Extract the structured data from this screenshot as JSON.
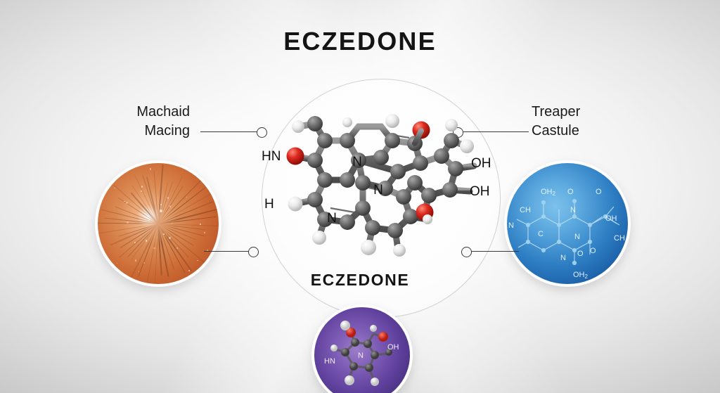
{
  "page": {
    "title": "ECZEDONE",
    "center_caption": "ECZEDONE",
    "background_colors": {
      "edge": "#c9c9c9",
      "center": "#ffffff"
    }
  },
  "labels": {
    "left": {
      "line1": "Machaid",
      "line2": "Macing"
    },
    "right": {
      "line1": "Treaper",
      "line2": "Castule"
    }
  },
  "center_molecule": {
    "name": "ECZEDONE",
    "style": "ball-and-stick 3D model",
    "atom_labels": [
      "HN",
      "H",
      "N",
      "N",
      "OH",
      "OH"
    ],
    "atom_colors": {
      "carbon": "#6f6f6f",
      "hydrogen": "#e9e9e9",
      "oxygen": "#cc1f1f",
      "nitrogen_text": "#101010"
    }
  },
  "circles": {
    "left": {
      "name": "radial-burst-photo",
      "color": "#cd6c36",
      "description": "orange radial burst"
    },
    "right": {
      "name": "blue-structure-photo",
      "color": "#2f7fc4",
      "description": "blue chemical structure diagram",
      "atom_labels": [
        "OH2",
        "O",
        "O",
        "N",
        "OH",
        "CH",
        "CH",
        "N",
        "N",
        "C",
        "O",
        "O",
        "OH2"
      ]
    },
    "bottom": {
      "name": "purple-molecule-photo",
      "color": "#5e3f9b",
      "description": "purple ball-and-stick molecule",
      "atom_labels": [
        "HN",
        "N",
        "OH"
      ]
    }
  },
  "connectors": {
    "count": 4,
    "endpoint_shape": "hollow-circle"
  }
}
